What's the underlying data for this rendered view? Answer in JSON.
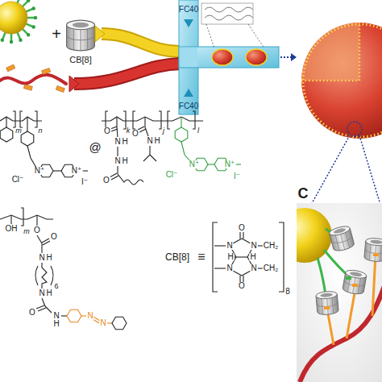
{
  "diagram": {
    "labels": [
      "+",
      "CB[8]",
      "FC40",
      "FC40",
      "m",
      "n",
      "@",
      "k",
      "j",
      "l",
      "O",
      "O",
      "N",
      "H",
      "N",
      "H",
      "N",
      "H",
      "N⁺",
      "N⁺",
      "N⁺",
      "N⁺",
      "Cl⁻",
      "I⁻",
      "Cl⁻",
      "O",
      "I⁻",
      "C",
      "O",
      "OH",
      "O",
      "m",
      "O",
      "N",
      "N",
      "CH₂",
      "CB[8]",
      "≡",
      "H",
      "H",
      "N",
      "H",
      "N",
      "N",
      "CH₂",
      "6",
      "O",
      "8",
      "N",
      "H",
      "O",
      "N",
      "N",
      "N",
      "H"
    ]
  }
}
